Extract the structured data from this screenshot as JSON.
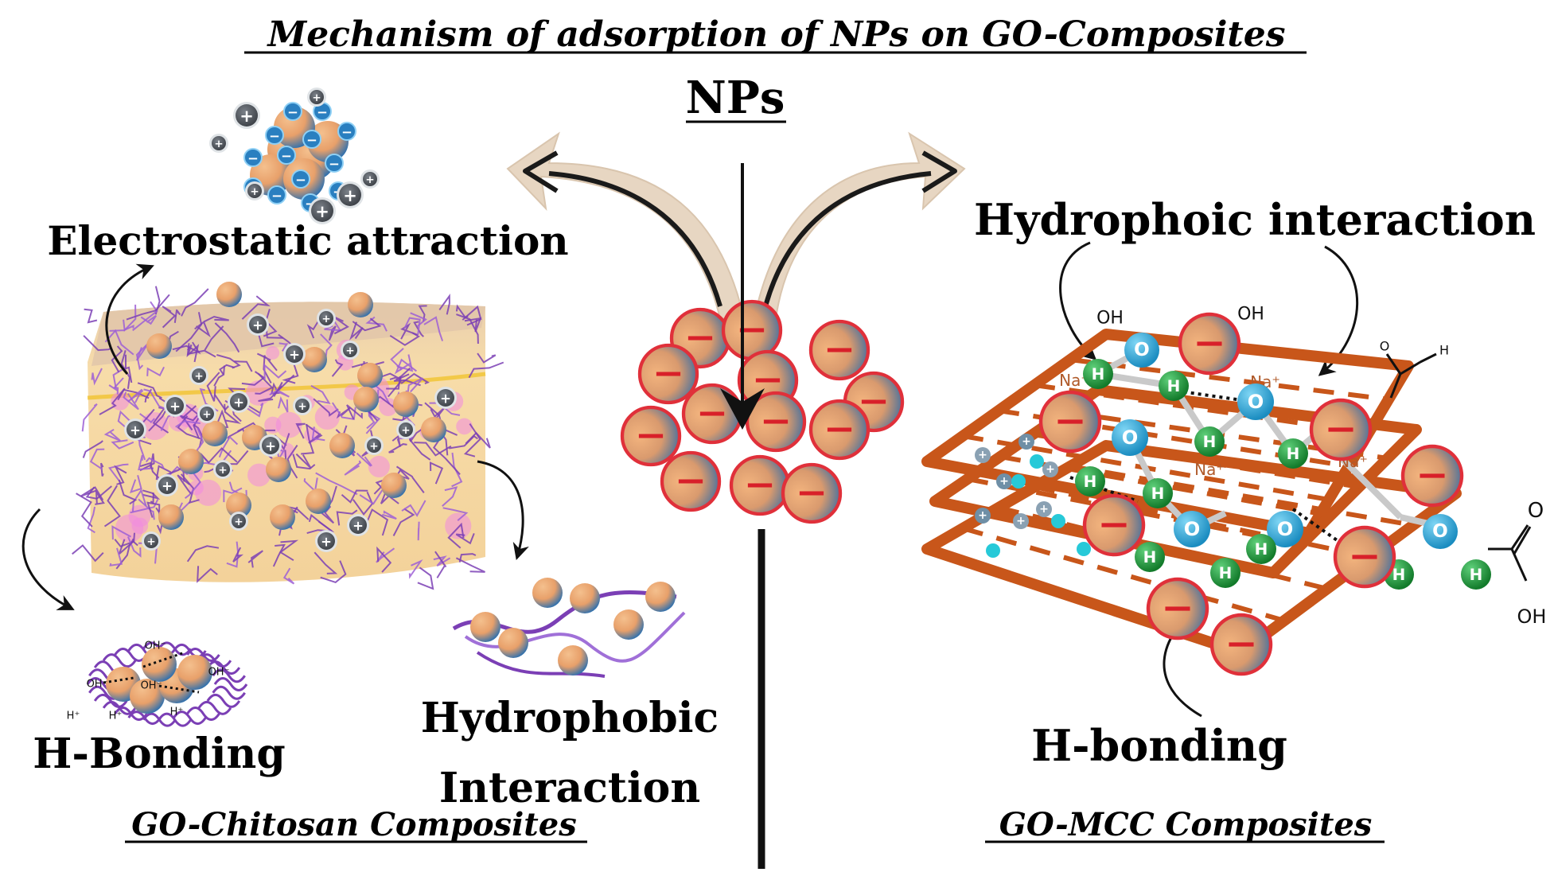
{
  "title": "Mechanism of adsorption of NPs on GO-Composites",
  "center": {
    "nps_label": "NPs",
    "np_charge": "−"
  },
  "left": {
    "electrostatic_label": "Electrostatic attraction",
    "hbonding_label": "H-Bonding",
    "hydrophobic_line1": "Hydrophobic",
    "hydrophobic_line2": "Interaction",
    "caption": "GO-Chitosan Composites",
    "ion_plus": "+",
    "ion_minus": "−",
    "hbond_small_labels": [
      "OH⁻",
      "OH⁻",
      "OH⁻",
      "OH⁻",
      "H⁺",
      "H⁺",
      "H⁺"
    ]
  },
  "right": {
    "hydrophobic_label": "Hydrophoic interaction",
    "hbonding_label": "H-bonding",
    "caption": "GO-MCC Composites",
    "oh_labels": [
      "OH",
      "OH"
    ],
    "na_labels": [
      "Na⁺",
      "Na⁺",
      "Na⁺",
      "Na⁺"
    ],
    "h_atom": "H",
    "o_atom": "O",
    "cooh_labels": [
      "O",
      "OH",
      "O",
      "H"
    ]
  },
  "colors": {
    "np_red": "#d8202a",
    "np_blue": "#2a7fc0",
    "np_orange": "#e8a06a",
    "ring_red": "#e0303a",
    "chitosan_purple": "#7b3fb5",
    "chitosan_base": "#f6d9a4",
    "grid_orange": "#c8561a",
    "h_green": "#1f9a3a",
    "o_blue": "#1aa2d8",
    "arrow_beige": "#e7d6c2"
  }
}
